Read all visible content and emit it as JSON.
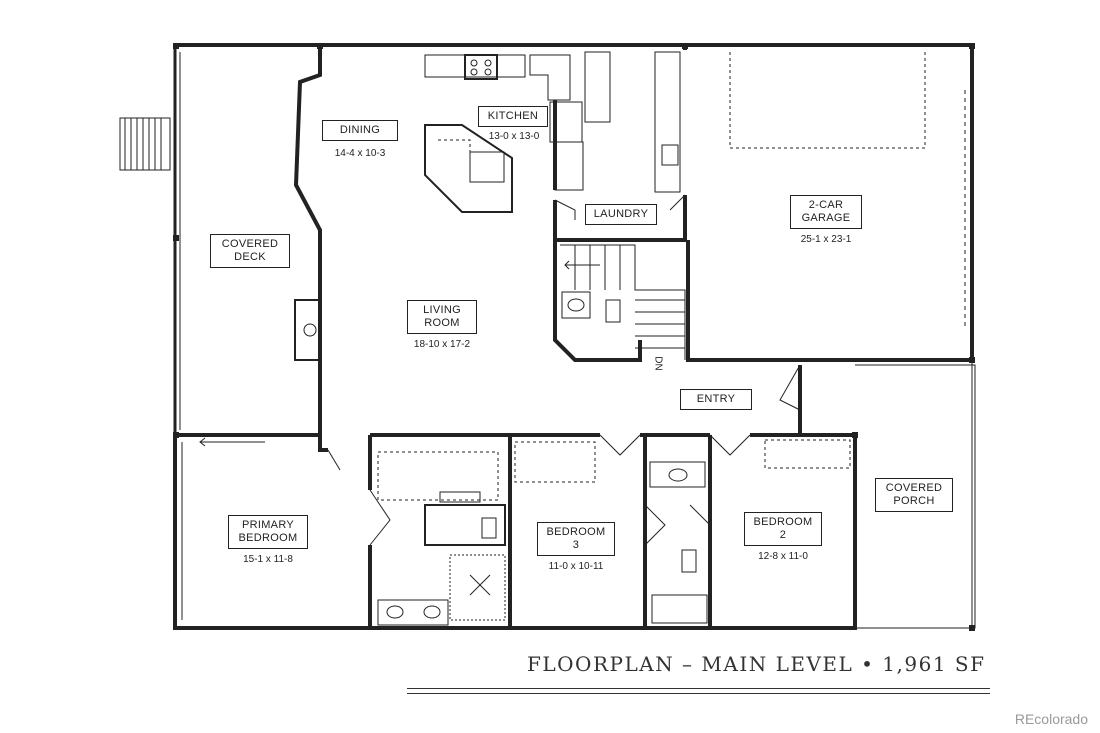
{
  "rooms": {
    "dining": {
      "name": "DINING",
      "size": "14-4 x 10-3"
    },
    "kitchen": {
      "name": "KITCHEN",
      "size": "13-0 x 13-0"
    },
    "laundry": {
      "name": "LAUNDRY"
    },
    "garage": {
      "name_line1": "2-CAR",
      "name_line2": "GARAGE",
      "size": "25-1 x 23-1"
    },
    "covered_deck": {
      "name_line1": "COVERED",
      "name_line2": "DECK"
    },
    "living": {
      "name_line1": "LIVING",
      "name_line2": "ROOM",
      "size": "18-10 x 17-2"
    },
    "entry": {
      "name": "ENTRY"
    },
    "primary": {
      "name_line1": "PRIMARY",
      "name_line2": "BEDROOM",
      "size": "15-1 x 11-8"
    },
    "bedroom3": {
      "name_line1": "BEDROOM",
      "name_line2": "3",
      "size": "11-0 x 10-11"
    },
    "bedroom2": {
      "name_line1": "BEDROOM",
      "name_line2": "2",
      "size": "12-8 x 11-0"
    },
    "covered_porch": {
      "name_line1": "COVERED",
      "name_line2": "PORCH"
    }
  },
  "stair_marker": "DN",
  "title": "FLOORPLAN – MAIN LEVEL • 1,961 SF",
  "watermark": "REcolorado"
}
